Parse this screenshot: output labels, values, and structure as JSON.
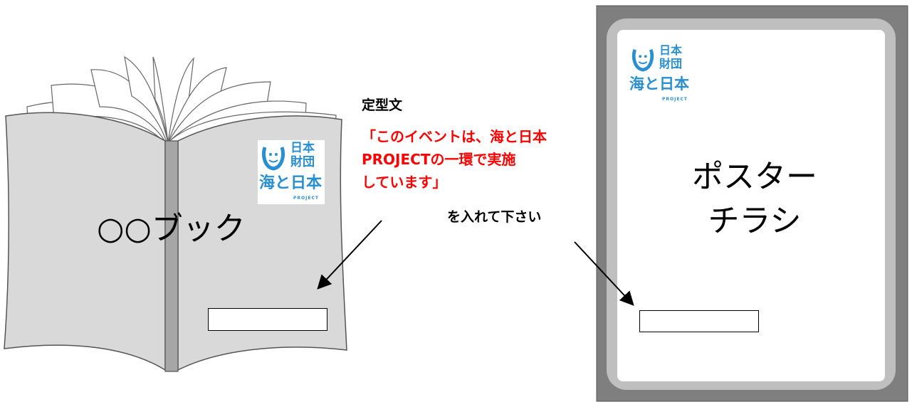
{
  "book": {
    "title": "○○ブック"
  },
  "logo": {
    "line1": "日本",
    "line2": "財団",
    "line3": "海と日本",
    "sub": "PROJECT"
  },
  "note": {
    "heading": "定型文",
    "text_lines": [
      "「このイベントは、海と日本",
      "PROJECTの一環で実施",
      "しています」"
    ],
    "instruction": "を入れて下さい"
  },
  "poster": {
    "title_lines": [
      "ポスター",
      "チラシ"
    ]
  },
  "colors": {
    "book_cover": "#d9d9d9",
    "book_outline": "#555555",
    "spine": "#a6a6a6",
    "poster_frame": "#7f7f7f",
    "poster_inner_frame": "#bfbfbf",
    "highlight_text": "#ff0000",
    "logo_blue": "#2a8fd0"
  }
}
